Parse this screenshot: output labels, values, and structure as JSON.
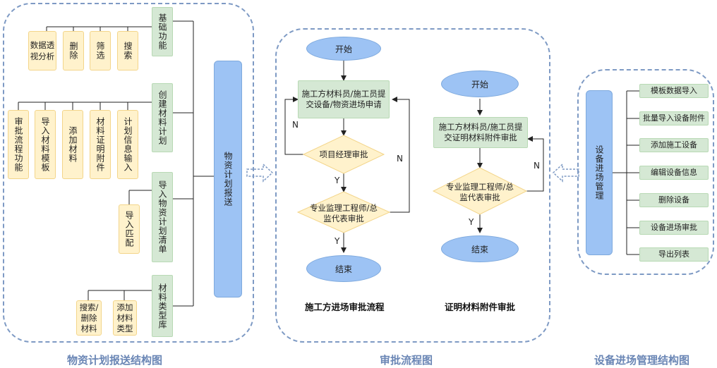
{
  "left": {
    "main": "物资计划报送",
    "modules": [
      {
        "label": "基础功能",
        "children": [
          "数据透视分析",
          "删除",
          "筛选",
          "搜索"
        ]
      },
      {
        "label": "创建材料计划",
        "children": [
          "审批流程功能",
          "导入材料模板",
          "添加材料",
          "材料证明附件",
          "计划信息输入"
        ]
      },
      {
        "label": "导入物资计划清单",
        "children": [
          "导入匹配"
        ]
      },
      {
        "label": "材料类型库",
        "children": [
          "搜索/删除材料",
          "添加材料类型"
        ]
      }
    ],
    "title": "物资计划报送结构图"
  },
  "middle": {
    "flow1": {
      "start": "开始",
      "apply": "施工方材料员/施工员提交设备/物资进场申请",
      "pm": "项目经理审批",
      "supervisor": "专业监理工程师/总监代表审批",
      "end": "结束",
      "n1": "N",
      "n2": "N",
      "y1": "Y",
      "y2": "Y",
      "caption": "施工方进场审批流程"
    },
    "flow2": {
      "start": "开始",
      "apply": "施工方材料员/施工员提交证明材料附件审批",
      "supervisor": "专业监理工程师/总监代表审批",
      "end": "结束",
      "n": "N",
      "y": "Y",
      "caption": "证明材料附件审批"
    },
    "title": "审批流程图"
  },
  "right": {
    "main": "设备进场管理",
    "items": [
      "模板数据导入",
      "批量导入设备附件",
      "添加施工设备",
      "编辑设备信息",
      "删除设备",
      "设备进场审批",
      "导出列表"
    ],
    "title": "设备进场管理结构图"
  }
}
